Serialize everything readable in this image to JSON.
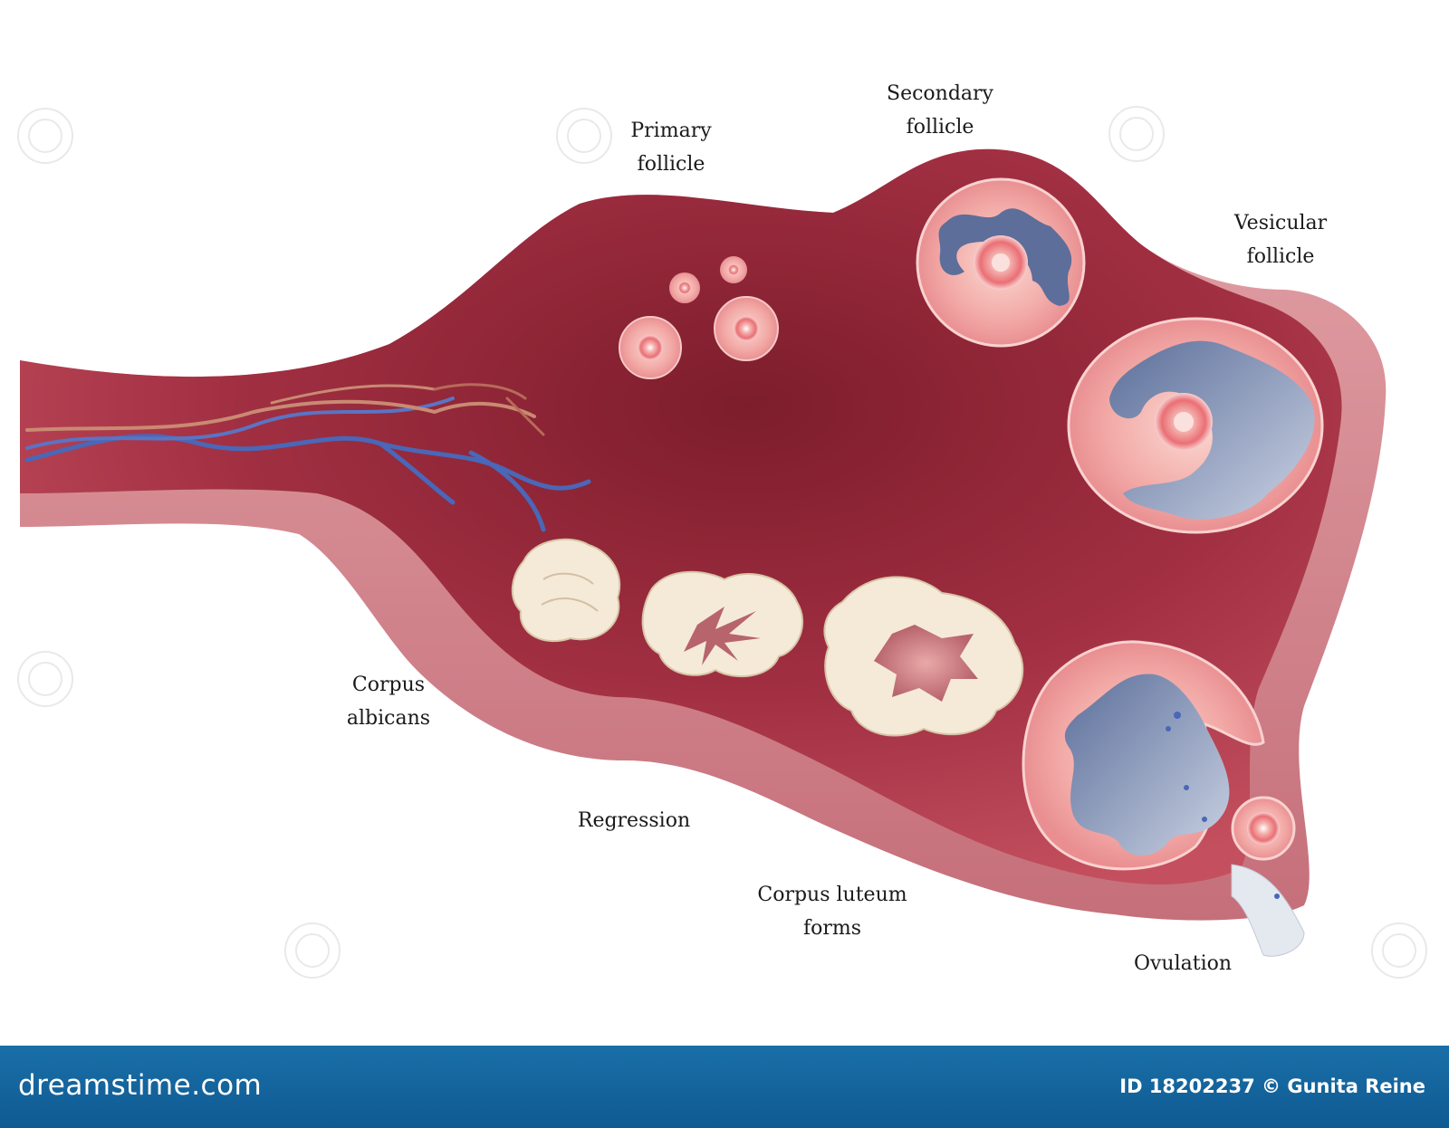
{
  "labels": {
    "primary": [
      "Primary",
      "follicle"
    ],
    "secondary": [
      "Secondary",
      "follicle"
    ],
    "vesicular": [
      "Vesicular",
      "follicle"
    ],
    "corpus_albicans": [
      "Corpus",
      "albicans"
    ],
    "regression": [
      "Regression"
    ],
    "corpus_luteum": [
      "Corpus luteum",
      "forms"
    ],
    "ovulation": [
      "Ovulation"
    ]
  },
  "footer": {
    "site": "dreamstime.com",
    "credit": "ID 18202237 © Gunita Reine"
  },
  "colors": {
    "ovary_dark": "#8f2233",
    "ovary_mid": "#b23a4c",
    "ovary_light": "#d9858f",
    "follicle_fill": "#f3b5b2",
    "antrum": "#6d7fa6",
    "corpus": "#f5ead8",
    "footer_bg": "#1a6fa8"
  }
}
